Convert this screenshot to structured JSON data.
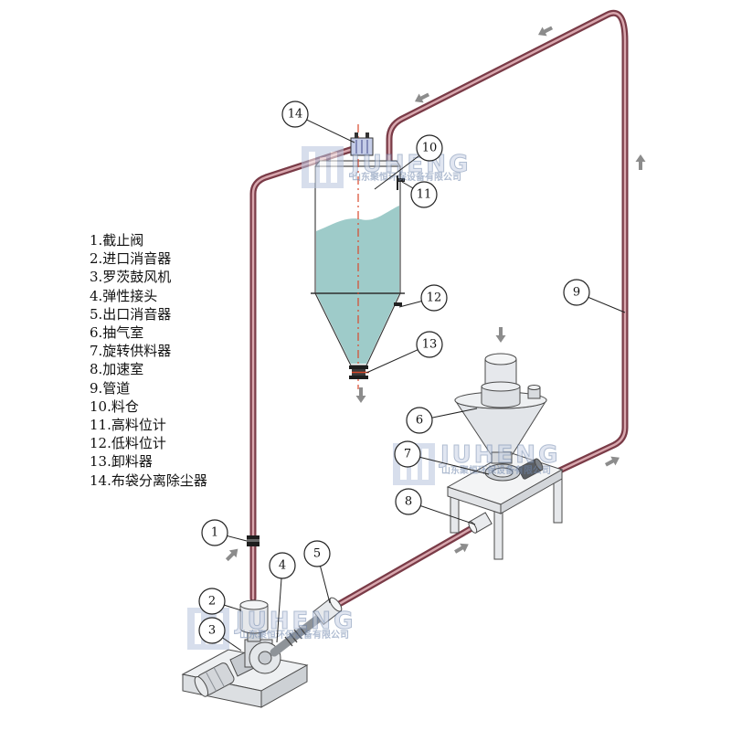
{
  "legend": [
    "1.截止阀",
    "2.进口消音器",
    "3.罗茨鼓风机",
    "4.弹性接头",
    "5.出口消音器",
    "6.抽气室",
    "7.旋转供料器",
    "8.加速室",
    "9.管道",
    "10.料仓",
    "11.高料位计",
    "12.低料位计",
    "13.卸料器",
    "14.布袋分离除尘器"
  ],
  "callouts": [
    "1",
    "2",
    "3",
    "4",
    "5",
    "6",
    "7",
    "8",
    "9",
    "10",
    "11",
    "12",
    "13",
    "14"
  ],
  "watermark": {
    "brand": "JUHENG",
    "company": "山东聚恒环保设备有限公司"
  },
  "colors": {
    "pipe": "#7a3b47",
    "pipe_inner": "#d8a7ae",
    "material": "#9ecbc9",
    "centerline": "#d9482b",
    "arrow": "#8c8c8c",
    "watermark": "#6f86ad"
  },
  "icons": {
    "flow_arrow": "arrow-icon",
    "logo": "juheng-logo-icon"
  }
}
